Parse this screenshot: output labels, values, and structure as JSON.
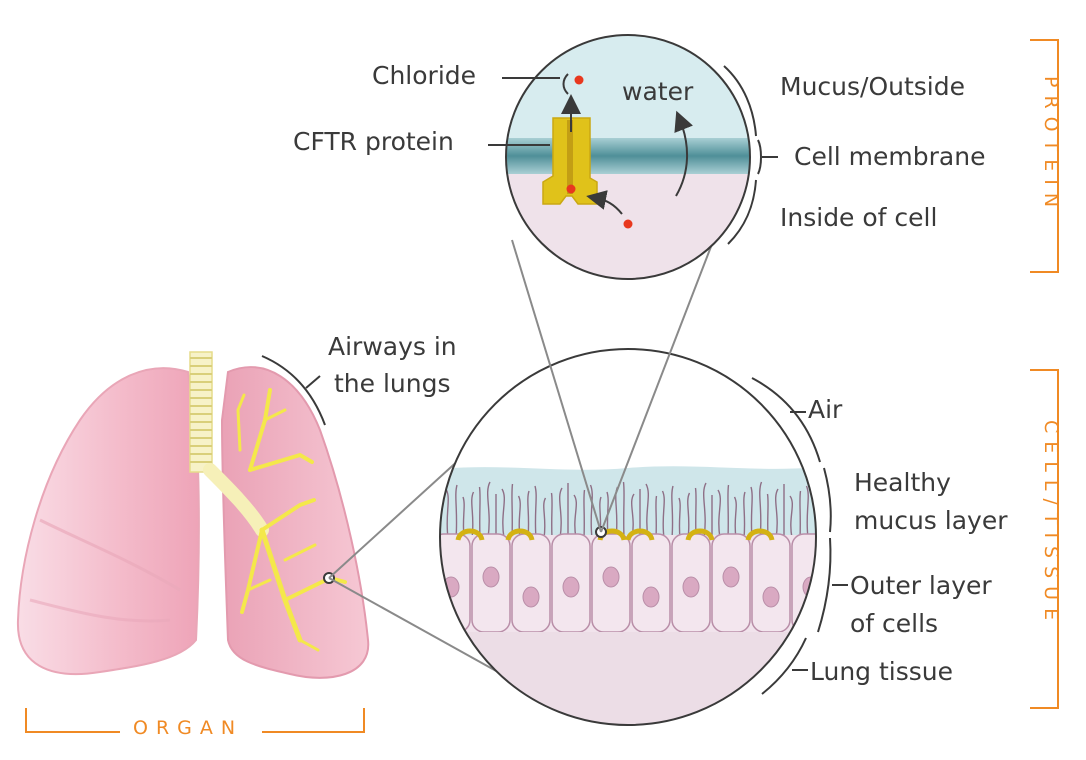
{
  "labels": {
    "chloride": "Chloride",
    "cftr_protein": "CFTR protein",
    "water": "water",
    "mucus_outside": "Mucus/Outside",
    "cell_membrane": "Cell membrane",
    "inside_of_cell": "Inside of cell",
    "airways_line1": "Airways in",
    "airways_line2": "the lungs",
    "air": "Air",
    "healthy_line1": "Healthy",
    "healthy_line2": "mucus layer",
    "outer_line1": "Outer layer",
    "outer_line2": "of cells",
    "lung_tissue": "Lung tissue"
  },
  "section_labels": {
    "protein": "PROTEIN",
    "cell_tissue": "CELL/TISSUE",
    "organ": "ORGAN"
  },
  "colors": {
    "accent_orange": "#f08a24",
    "text": "#3a3a3a",
    "lung_pink": "#f2b6c6",
    "airway_yellow": "#f4e84a",
    "cftr_gold": "#e0c21a",
    "chloride_red": "#e8381e",
    "mucus_blue": "#cfe6ea",
    "membrane_teal": "#5f9ea6",
    "cell_fill": "#efe0ea",
    "tissue_fill": "#ecdde6"
  }
}
